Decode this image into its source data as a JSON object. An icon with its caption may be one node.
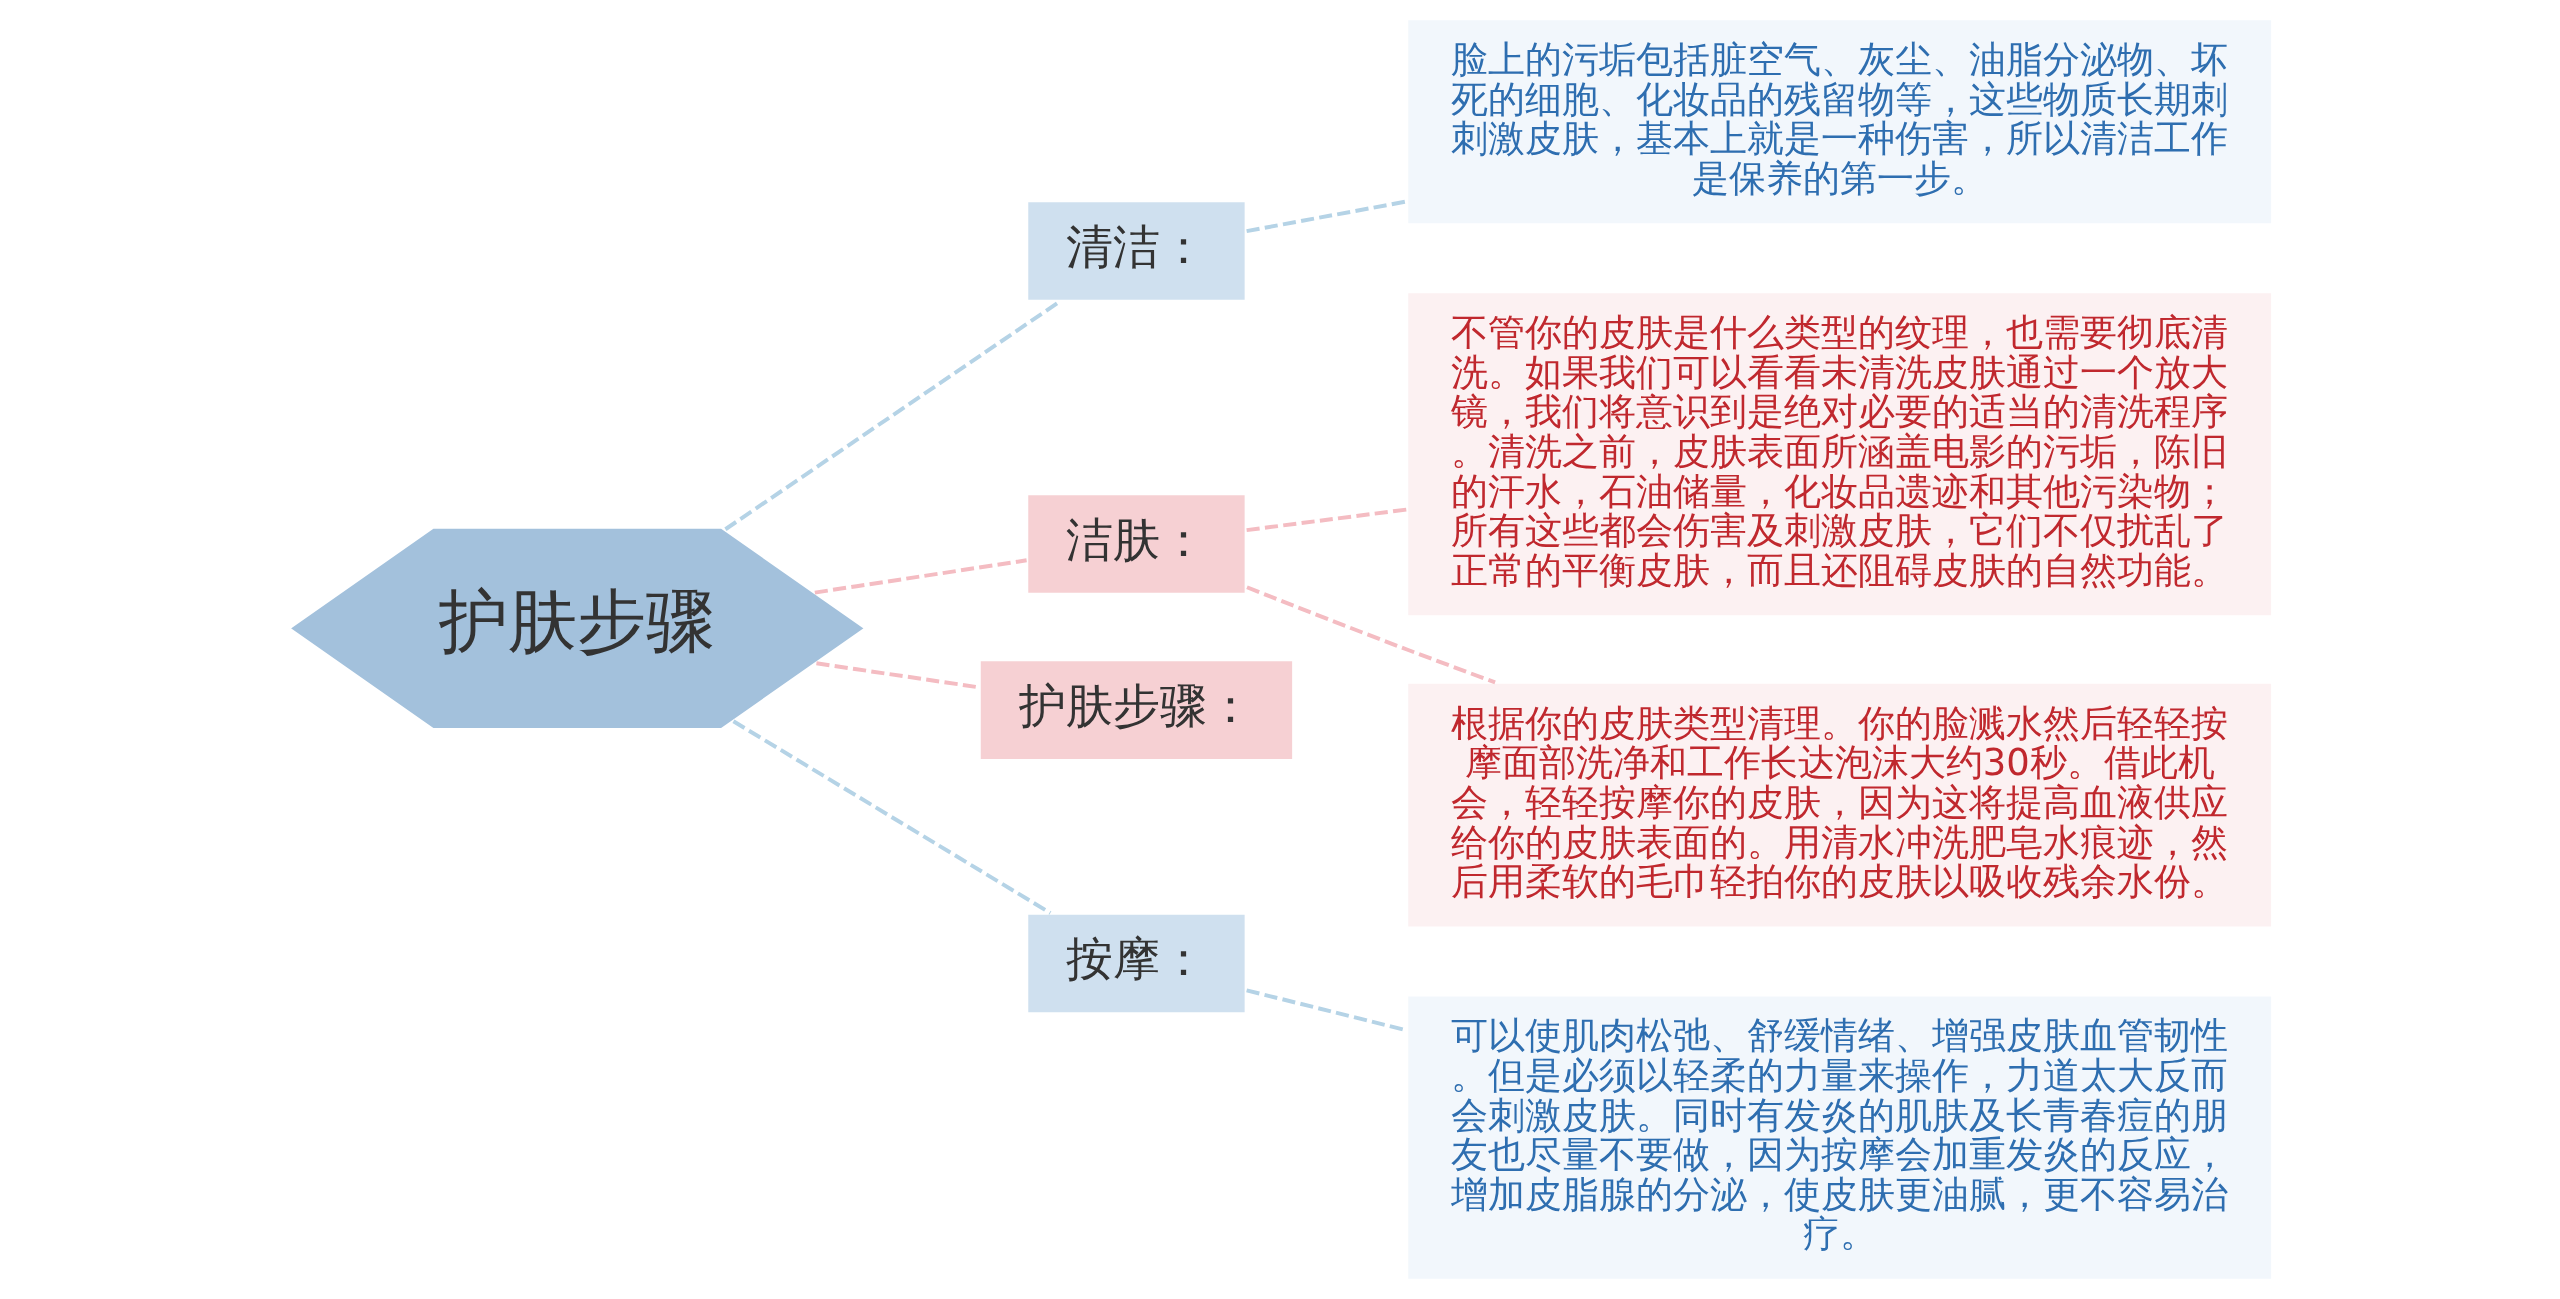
{
  "diagram": {
    "nodes": [
      {
        "text": [
          "护肤步骤"
        ]
      },
      {
        "text": [
          "清洁："
        ]
      },
      {
        "text": [
          "脸上的污垢包括脏空气、灰尘、油脂分泌物、坏死的细胞、化妆品的残留物等，这些物质长期刺刺激皮肤，基本上就是一种伤害，所以清洁工作是保养的第一步。"
        ]
      },
      {
        "text": [
          "洁肤："
        ]
      },
      {
        "text": [
          "不管你的皮肤是什么类型的纹理，也需要彻底清洗。如果我们可以看看未清洗皮肤通过一个放大镜，我们将意识到是绝对必要的适当的清洗程序。清洗之前，皮肤表面所涵盖电影的污垢，陈旧的汗水，石油储量，化妆品遗迹和其他污染物；所有这些都会伤害及刺激皮肤，它们不仅扰乱了正常的平衡皮肤，而且还阻碍皮肤的自然功能。"
        ]
      },
      {
        "text": [
          "根据你的皮肤类型清理。你的脸溅水然后轻轻按摩面部洗净和工作长达泡沫大约30秒。借此机会，轻轻按摩你的皮肤，因为这将提高血液供应给你的皮肤表面的。用清水冲洗肥皂水痕迹，然后用柔软的毛巾轻拍你的皮肤以吸收残余水份。"
        ]
      },
      {
        "text": [
          "护肤步骤："
        ]
      },
      {
        "text": [
          "按摩："
        ]
      },
      {
        "text": [
          "可以使肌肉松弛、舒缓情绪、增强皮肤血管韧性。但是必须以轻柔的力量来操作，力道太大反而会刺激皮肤。同时有发炎的肌肤及长青春痘的朋友也尽量不要做，因为按摩会加重发炎的反应，增加皮脂腺的分泌，使皮肤更油腻，更不容易治疗。"
        ]
      }
    ],
    "edges": [
      {
        "from": 0,
        "to": 1,
        "arrow": "none",
        "style": "dashed",
        "color": "#b5d3e6"
      },
      {
        "from": 1,
        "to": 2,
        "arrow": "none",
        "style": "dashed",
        "color": "#b5d3e6"
      },
      {
        "from": 0,
        "to": 3,
        "arrow": "none",
        "style": "dashed",
        "color": "#f4bcc2"
      },
      {
        "from": 3,
        "to": 4,
        "arrow": "none",
        "style": "dashed",
        "color": "#f4bcc2"
      },
      {
        "from": 3,
        "to": 5,
        "arrow": "none",
        "style": "dashed",
        "color": "#f4bcc2"
      },
      {
        "from": 0,
        "to": 6,
        "arrow": "none",
        "style": "dashed",
        "color": "#f4bcc2"
      },
      {
        "from": 0,
        "to": 7,
        "arrow": "none",
        "style": "dashed",
        "color": "#b5d3e6"
      },
      {
        "from": 7,
        "to": 8,
        "arrow": "none",
        "style": "dashed",
        "color": "#b5d3e6"
      }
    ]
  }
}
